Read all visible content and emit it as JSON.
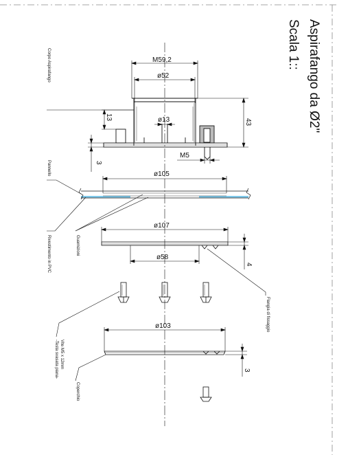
{
  "title": {
    "line1": "Aspirafango da Ø2\"",
    "line2": "Scala 1::"
  },
  "dimensions": {
    "m59_2": "M59,2",
    "d52": "ø52",
    "d13": "ø13",
    "h43": "43",
    "h13": "13",
    "m5": "M5",
    "t3_top": "3",
    "d105": "ø105",
    "d107": "ø107",
    "d58": "ø58",
    "t4": "4",
    "d103": "ø103",
    "t3_bottom": "3"
  },
  "callouts": {
    "corpo": "Corpo Aspirafango",
    "pannello": "Pannello",
    "rivestimento": "Rivestimento in PVC",
    "guarnizioni": "Guarnizioni",
    "flangia": "Flangia di fissaggio",
    "vite_line1": "Vite M5 x 12mm",
    "vite_line2": "-Testa svasata piana-",
    "coperchio": "Coperchio"
  },
  "colors": {
    "line": "#111111",
    "border": "#666666",
    "pvc": "#7ec8ea"
  }
}
